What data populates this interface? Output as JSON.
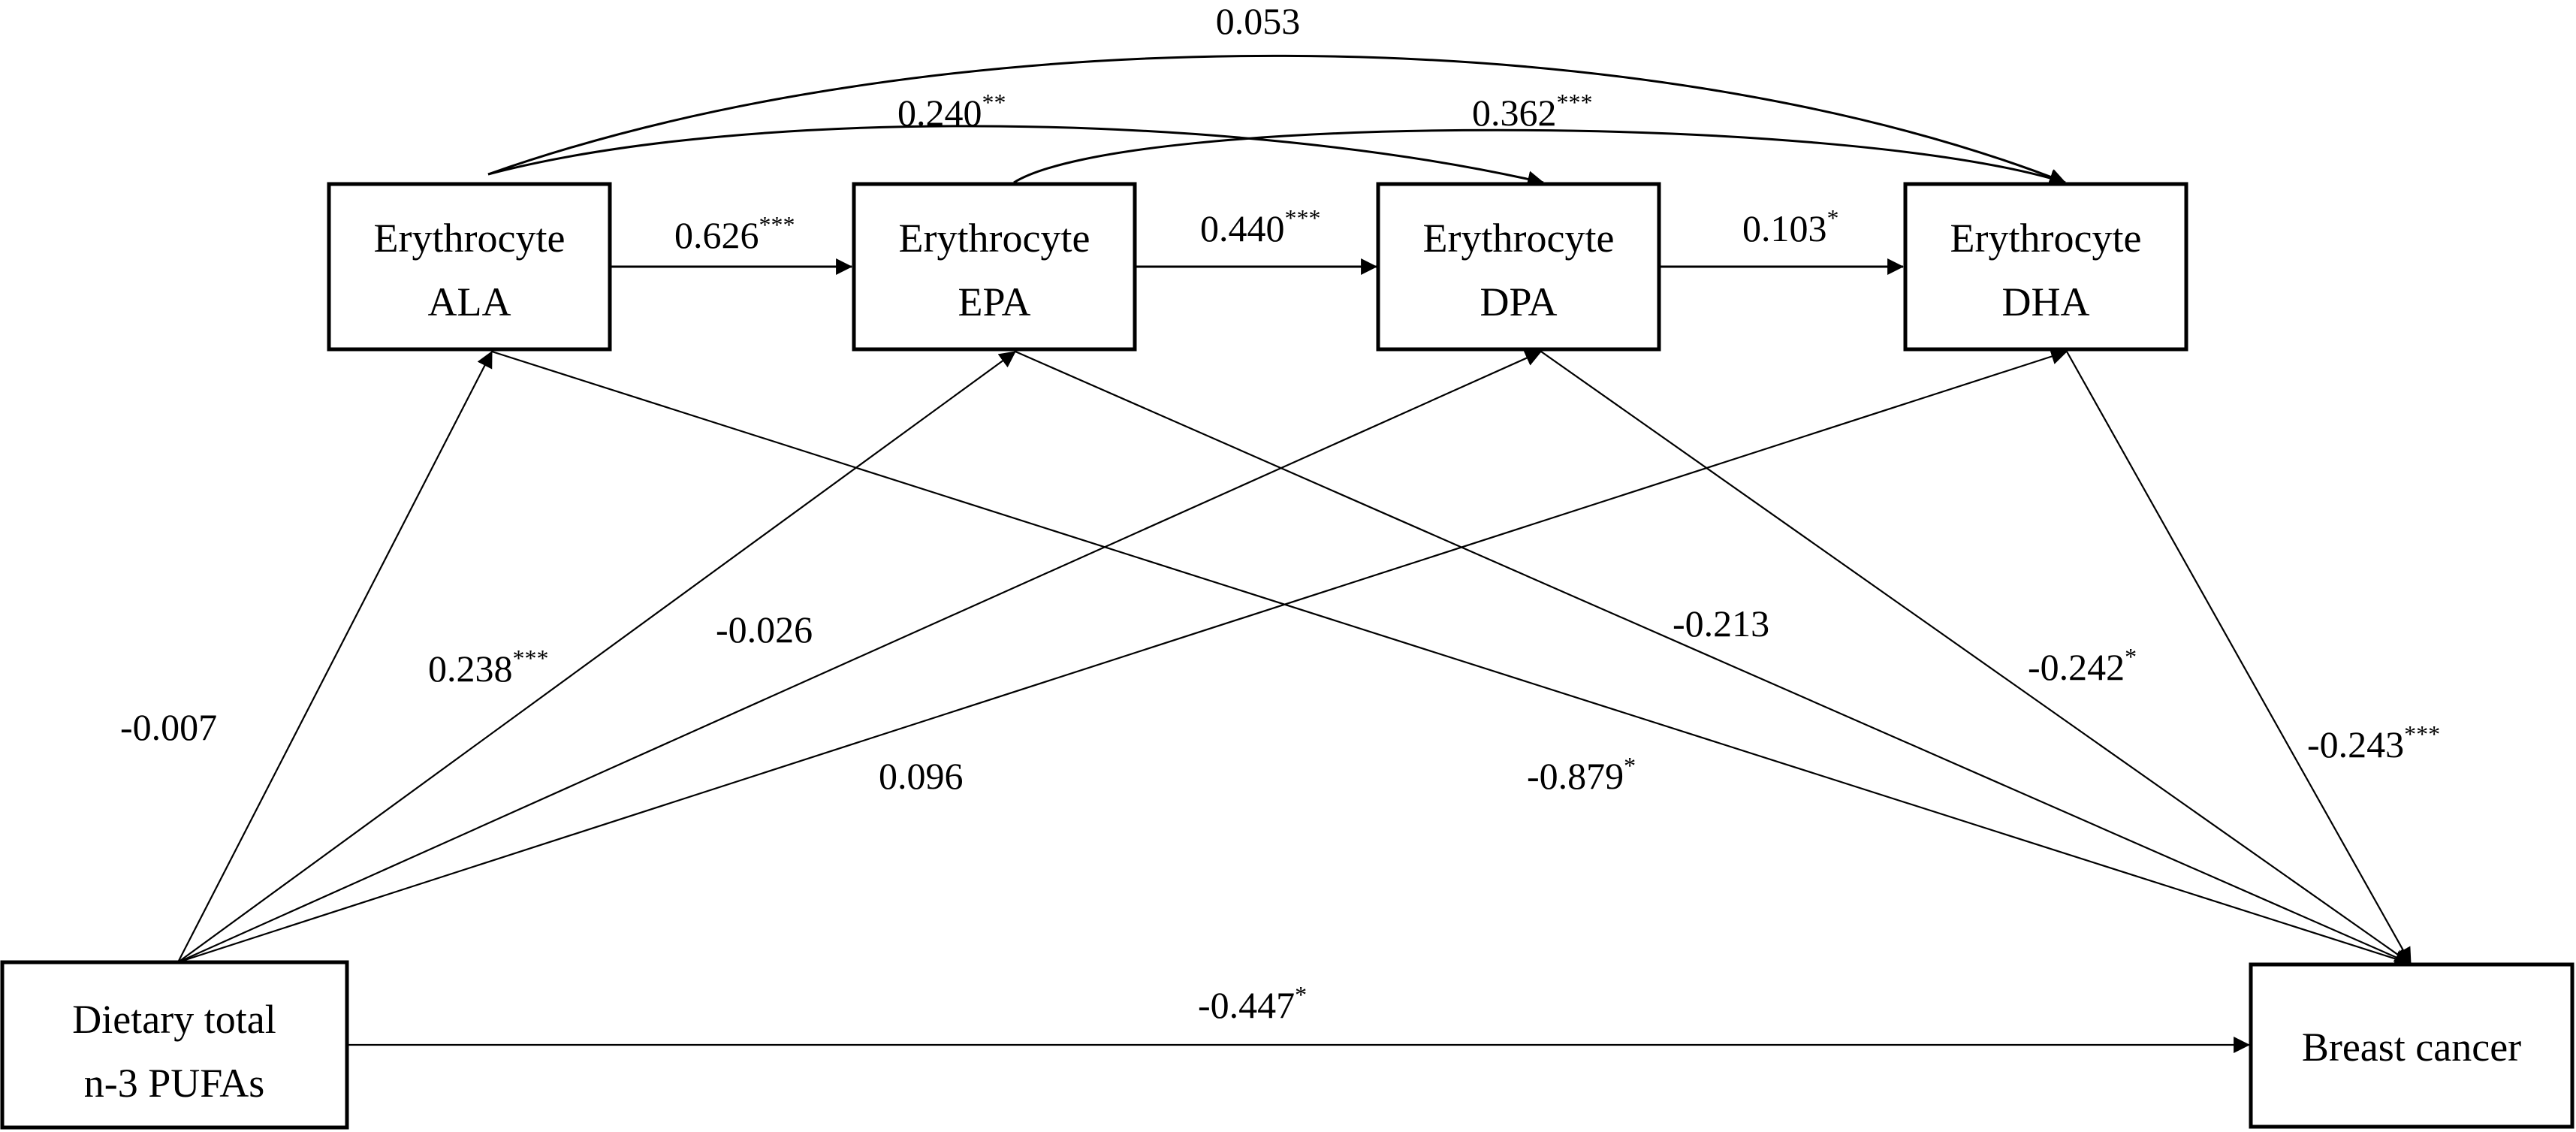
{
  "nodes": {
    "ala": {
      "line1": "Erythrocyte",
      "line2": "ALA"
    },
    "epa": {
      "line1": "Erythrocyte",
      "line2": "EPA"
    },
    "dpa": {
      "line1": "Erythrocyte",
      "line2": "DPA"
    },
    "dha": {
      "line1": "Erythrocyte",
      "line2": "DHA"
    },
    "diet": {
      "line1": "Dietary total",
      "line2": "n-3 PUFAs"
    },
    "bc": {
      "line1": "Breast cancer"
    }
  },
  "edges": {
    "ala_dha": {
      "value": "0.053",
      "sig": ""
    },
    "ala_dpa": {
      "value": "0.240",
      "sig": "**"
    },
    "epa_dha": {
      "value": "0.362",
      "sig": "***"
    },
    "ala_epa": {
      "value": "0.626",
      "sig": "***"
    },
    "epa_dpa": {
      "value": "0.440",
      "sig": "***"
    },
    "dpa_dha": {
      "value": "0.103",
      "sig": "*"
    },
    "diet_ala": {
      "value": "-0.007",
      "sig": ""
    },
    "diet_epa": {
      "value": "0.238",
      "sig": "***"
    },
    "diet_dpa": {
      "value": "-0.026",
      "sig": ""
    },
    "diet_dha": {
      "value": "0.096",
      "sig": ""
    },
    "epa_bc": {
      "value": "-0.213",
      "sig": ""
    },
    "dpa_bc": {
      "value": "-0.242",
      "sig": "*"
    },
    "dha_bc": {
      "value": "-0.243",
      "sig": "***"
    },
    "ala_bc": {
      "value": "-0.879",
      "sig": "*"
    },
    "diet_bc": {
      "value": "-0.447",
      "sig": "*"
    }
  }
}
